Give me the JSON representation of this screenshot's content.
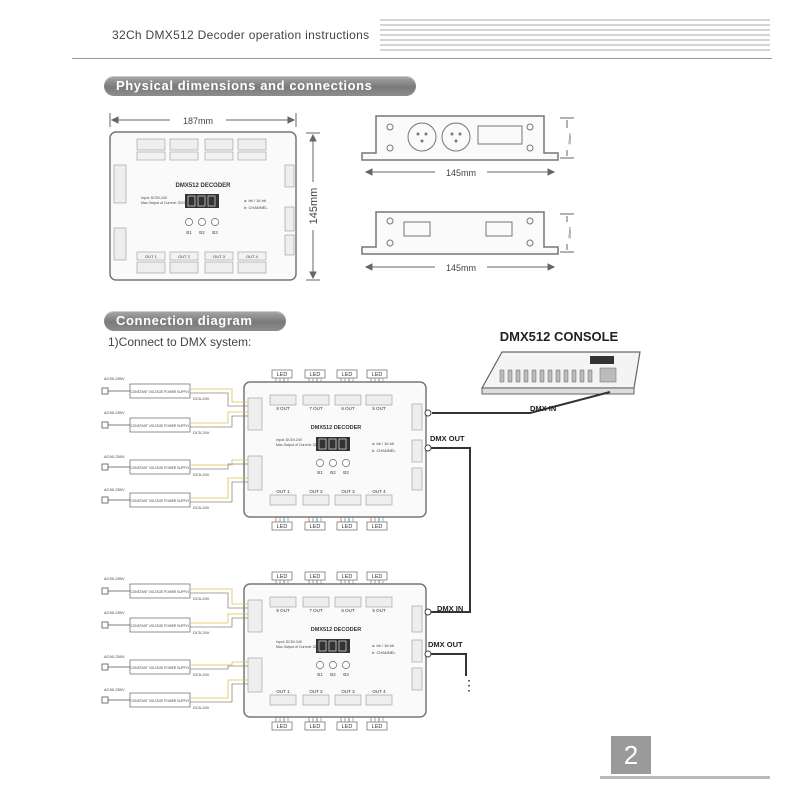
{
  "header": {
    "title": "32Ch DMX512 Decoder operation instructions"
  },
  "sections": {
    "physical": "Physical dimensions and connections",
    "connection": "Connection diagram"
  },
  "dimensions": {
    "width": "187mm",
    "height": "145mm",
    "side_width": "145mm",
    "side_width2": "145mm",
    "side_height": "35mm",
    "side_height2": "35mm"
  },
  "decoder": {
    "title": "DMX512 DECODER",
    "input": "Input: DC5V-24V",
    "max_output": "Max Output of Current: 32X3A",
    "mode_line1": "a: bit / 16 bit",
    "mode_line2": "b: CHANNEL",
    "buttons": [
      "B1",
      "B2",
      "B3"
    ],
    "outputs": [
      "OUT 1",
      "OUT 2",
      "OUT 3",
      "OUT 4"
    ],
    "top_outputs": [
      "8 OUT",
      "7 OUT",
      "6 OUT",
      "5 OUT"
    ]
  },
  "connection": {
    "subtitle": "1)Connect to DMX system:",
    "console_title": "DMX512 CONSOLE",
    "dmx_in": "DMX IN",
    "dmx_out": "DMX OUT",
    "dmx_in_2": "DMX IN",
    "dmx_out_2": "DMX OUT",
    "led_label": "LED",
    "ac_label": "AC90-250V",
    "dc_label": "DC5-24V",
    "psu_label": "CONSTANT VOLTAGE POWER SUPPLY",
    "continuation": "⋮"
  },
  "footer": {
    "page_number": "2"
  }
}
